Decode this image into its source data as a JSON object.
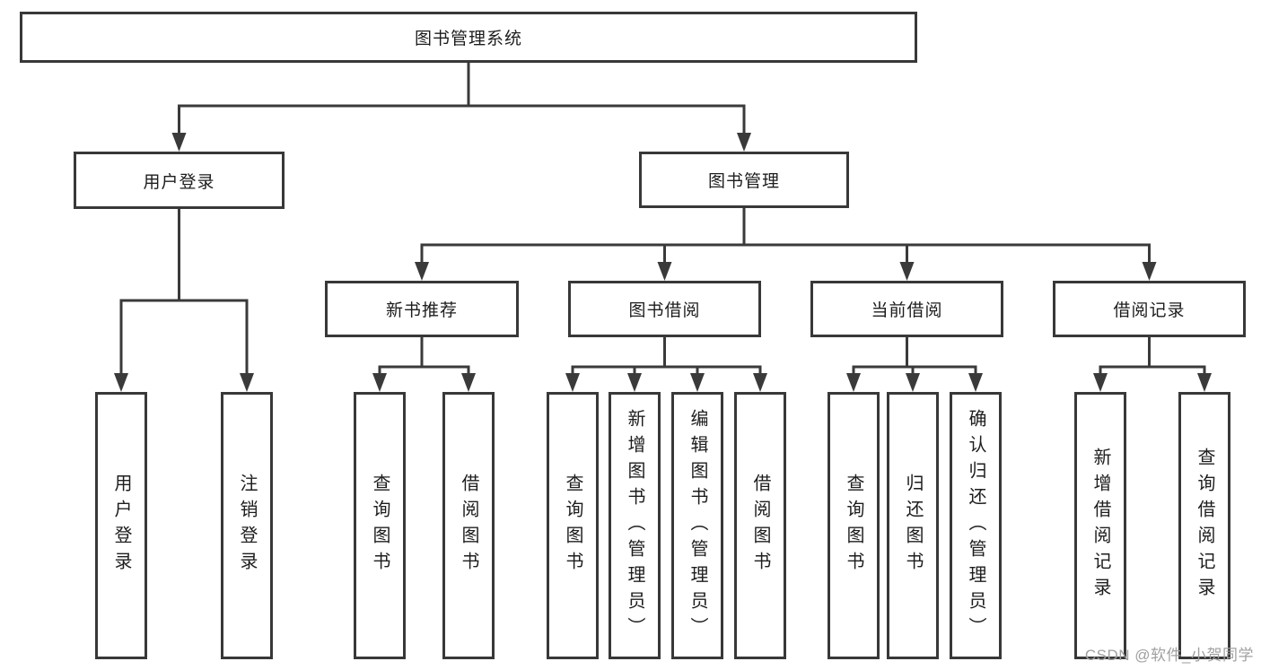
{
  "diagram_type": "hierarchy-tree",
  "colors": {
    "line": "#3a3a3a",
    "box_border": "#383838",
    "text": "#1d1d1d",
    "watermark_text": "#a0a0a0",
    "background": "#ffffff"
  },
  "tree": {
    "root": "图书管理系统",
    "children": [
      {
        "label": "用户登录",
        "children": [
          {
            "label": "用户登录"
          },
          {
            "label": "注销登录"
          }
        ]
      },
      {
        "label": "图书管理",
        "children": [
          {
            "label": "新书推荐",
            "children": [
              {
                "label": "查询图书"
              },
              {
                "label": "借阅图书"
              }
            ]
          },
          {
            "label": "图书借阅",
            "children": [
              {
                "label": "查询图书"
              },
              {
                "label": "新增图书（管理员）"
              },
              {
                "label": "编辑图书（管理员）"
              },
              {
                "label": "借阅图书"
              }
            ]
          },
          {
            "label": "当前借阅",
            "children": [
              {
                "label": "查询图书"
              },
              {
                "label": "归还图书"
              },
              {
                "label": "确认归还（管理员）"
              }
            ]
          },
          {
            "label": "借阅记录",
            "children": [
              {
                "label": "新增借阅记录"
              },
              {
                "label": "查询借阅记录"
              }
            ]
          }
        ]
      }
    ]
  },
  "watermark": "CSDN @软件_小贺同学"
}
